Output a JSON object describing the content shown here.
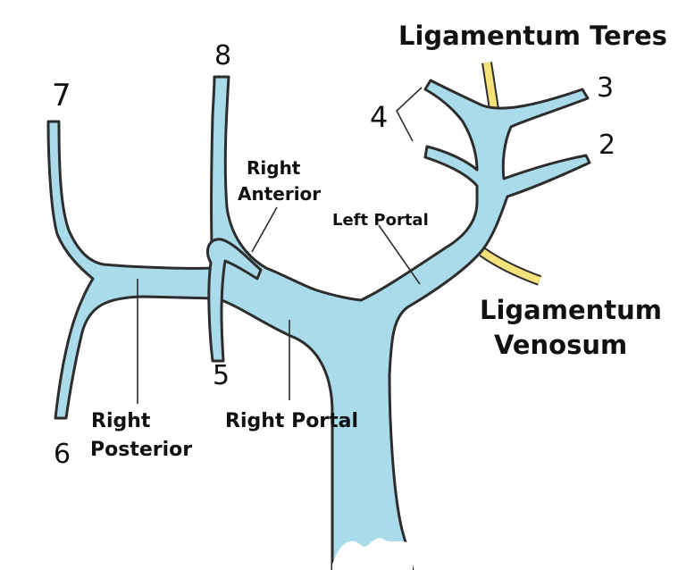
{
  "colors": {
    "portal_vein": "#a9dbea",
    "ligament": "#f6e27a",
    "outline": "#2d2d2d"
  },
  "labels": {
    "ligamentum_teres": "Ligamentum Teres",
    "ligamentum_venosum_line1": "Ligamentum",
    "ligamentum_venosum_line2": "Venosum",
    "left_portal": "Left Portal",
    "right_anterior_line1": "Right",
    "right_anterior_line2": "Anterior",
    "right_portal": "Right Portal",
    "right_posterior_line1": "Right",
    "right_posterior_line2": "Posterior"
  },
  "segments": {
    "s2": "2",
    "s3": "3",
    "s4": "4",
    "s5": "5",
    "s6": "6",
    "s7": "7",
    "s8": "8"
  }
}
